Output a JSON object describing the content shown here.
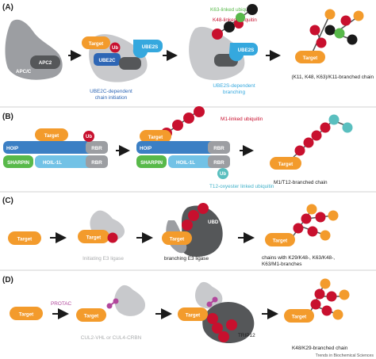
{
  "colors": {
    "target": "#f39b2c",
    "k48": "#c8102e",
    "k63": "#58b94a",
    "k11": "#1a1a1a",
    "m1": "#c8102e",
    "t12": "#5abfbf",
    "e3": "#9c9ea2",
    "e3_light": "#c8c9cc",
    "dark": "#555759",
    "hoip": "#3b7fc4",
    "sharpin": "#58b94a",
    "hoil": "#72c2e6",
    "ube2c": "#2e66b5",
    "ube2s": "#35a8de",
    "protac": "#b2479c",
    "caption_blue": "#2e66b5",
    "caption_teal": "#3fb0c8",
    "caption_gray": "#a9abad"
  },
  "panels": {
    "a": {
      "label": "(A)",
      "apc_c": "APC/C",
      "apc2": "APC2",
      "target": "Target",
      "ub": "Ub",
      "ube2c": "UBE2C",
      "ube2s": "UBE2S",
      "k63_label": "K63-linked ubiquitin",
      "k48_label": "K48-linked ubiquitin",
      "caption_initiation": [
        "UBE2C-dependent",
        "chain initiation"
      ],
      "caption_branching": [
        "UBE2S-dependent",
        "branching"
      ],
      "result": "(K11, K48, K63)/K11-branched chain"
    },
    "b": {
      "label": "(B)",
      "target": "Target",
      "ub": "Ub",
      "hoip": "HOIP",
      "rbr": "RBR",
      "sharpin": "SHARPIN",
      "hoil": "HOIL-1L",
      "m1_label": "M1-linked ubiquitin",
      "t12_label": "T12-oxyester linked ubiquitin",
      "result": "M1/T12-branched chain"
    },
    "c": {
      "label": "(C)",
      "target": "Target",
      "ubd": "UBD",
      "caption_initiating": "Initiating E3 ligase",
      "caption_branching": "branching E3 ligase",
      "result": [
        "chains with K29/K48-, K63/K48-,",
        "K63/M1-branches"
      ]
    },
    "d": {
      "label": "(D)",
      "target": "Target",
      "protac": "PROTAC",
      "caption_e3": "CUL2-VHL or CUL4-CRBN",
      "trip12": "TRIP12",
      "result": "K48/K29-branched chain",
      "source": "Trends in Biochemical Sciences"
    }
  }
}
